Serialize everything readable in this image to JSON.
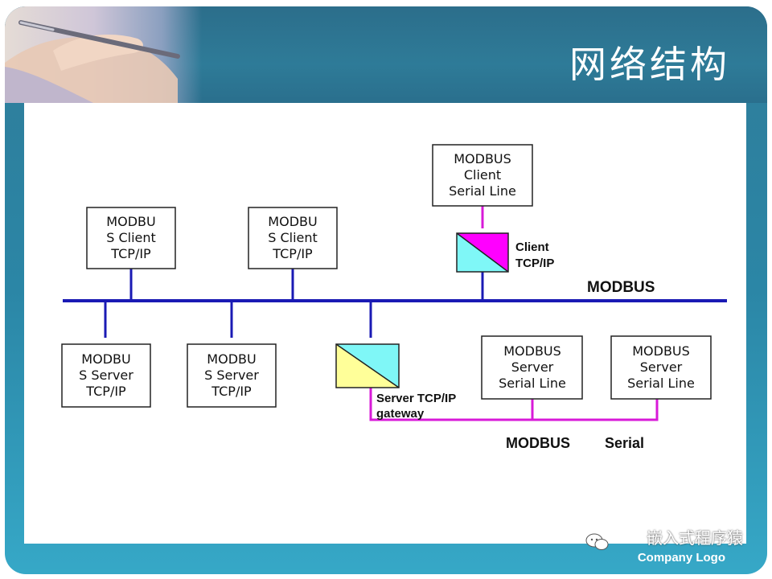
{
  "header": {
    "title": "网络结构"
  },
  "diagram": {
    "bus_label": "MODBUS",
    "client_serial": {
      "lines": [
        "MODBUS",
        "Client",
        "Serial Line"
      ]
    },
    "client_tcp_1": {
      "lines": [
        "MODBU",
        "S Client",
        "TCP/IP"
      ]
    },
    "client_tcp_2": {
      "lines": [
        "MODBU",
        "S Client",
        "TCP/IP"
      ]
    },
    "server_tcp_1": {
      "lines": [
        "MODBU",
        "S Server",
        "TCP/IP"
      ]
    },
    "server_tcp_2": {
      "lines": [
        "MODBU",
        "S Server",
        "TCP/IP"
      ]
    },
    "server_serial_1": {
      "lines": [
        "MODBUS",
        "Server",
        "Serial Line"
      ]
    },
    "server_serial_2": {
      "lines": [
        "MODBUS",
        "Server",
        "Serial Line"
      ]
    },
    "client_gateway_label": {
      "lines": [
        "Client",
        "TCP/IP"
      ]
    },
    "server_gateway_label": {
      "lines": [
        "Server  TCP/IP",
        "gateway"
      ]
    },
    "serial_label_1": "MODBUS",
    "serial_label_2": "Serial"
  },
  "colors": {
    "bus": "#1a1ab4",
    "serial": "#d81ad8",
    "gateway_magenta": "#ff00ff",
    "gateway_cyan": "#7ff7f7",
    "gateway_yellow": "#ffff99"
  },
  "footer": {
    "watermark": "嵌入式程序猿",
    "watermark_icon": "chat-bubbles-icon",
    "logo": "Company Logo"
  }
}
